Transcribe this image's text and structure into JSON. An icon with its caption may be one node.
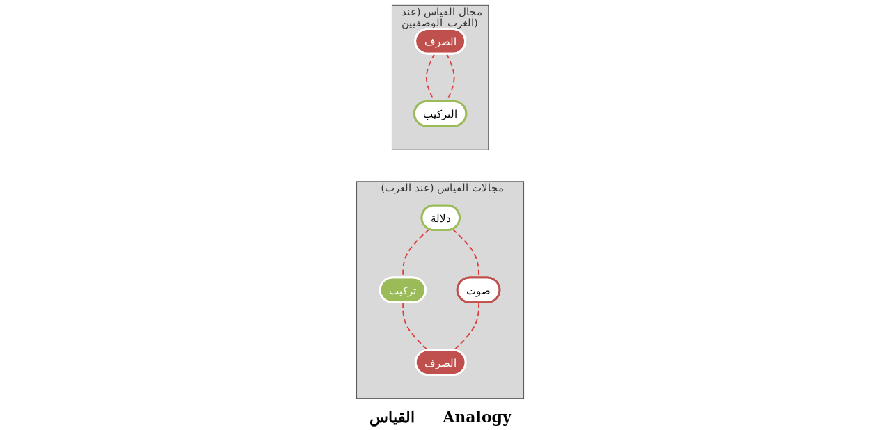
{
  "diagram": {
    "nodes": [
      {
        "text": [
          "مجالات القياس (عند العرب)"
        ]
      },
      {
        "text": [
          "دلالة"
        ],
        "in": 0
      },
      {
        "text": [
          "تركيب"
        ],
        "in": 0
      },
      {
        "text": [
          "صوت"
        ],
        "in": 0
      },
      {
        "text": [
          "الصرف"
        ],
        "in": 0
      },
      {
        "text": [
          "مجال القياس (عند الغرب–الوصفيين)"
        ]
      },
      {
        "text": [
          "الصرف"
        ],
        "in": 5
      },
      {
        "text": [
          "التركيب"
        ],
        "in": 5
      }
    ],
    "edges": [
      {
        "from": 1,
        "to": 3,
        "arrow": "none",
        "style": "dashed"
      },
      {
        "from": 1,
        "to": 2,
        "arrow": "none",
        "style": "dashed"
      },
      {
        "from": 2,
        "to": 4,
        "arrow": "none",
        "style": "dashed"
      },
      {
        "from": 3,
        "to": 4,
        "arrow": "none",
        "style": "dashed"
      },
      {
        "from": 6,
        "to": 7,
        "arrow": "none",
        "style": "dashed"
      },
      {
        "from": 6,
        "to": 7,
        "arrow": "none",
        "style": "dashed"
      }
    ],
    "labels": [
      "القياس",
      "Analogy"
    ]
  }
}
